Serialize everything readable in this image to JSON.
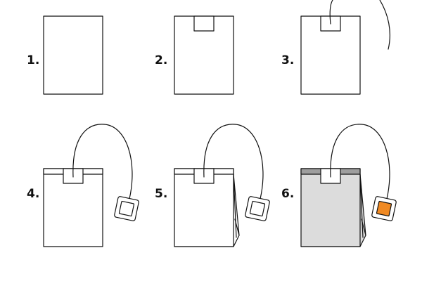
{
  "steps": [
    {
      "number": "1.",
      "stage": "rectangle"
    },
    {
      "number": "2.",
      "stage": "label"
    },
    {
      "number": "3.",
      "stage": "string"
    },
    {
      "number": "4.",
      "stage": "tag-and-top-band"
    },
    {
      "number": "5.",
      "stage": "side-folds"
    },
    {
      "number": "6.",
      "stage": "colored"
    }
  ],
  "colors": {
    "outline": "#111111",
    "bag_fill": "#dcdcdc",
    "band_fill": "#9e9e9e",
    "tag_fill": "#f08a24",
    "background": "#ffffff"
  }
}
